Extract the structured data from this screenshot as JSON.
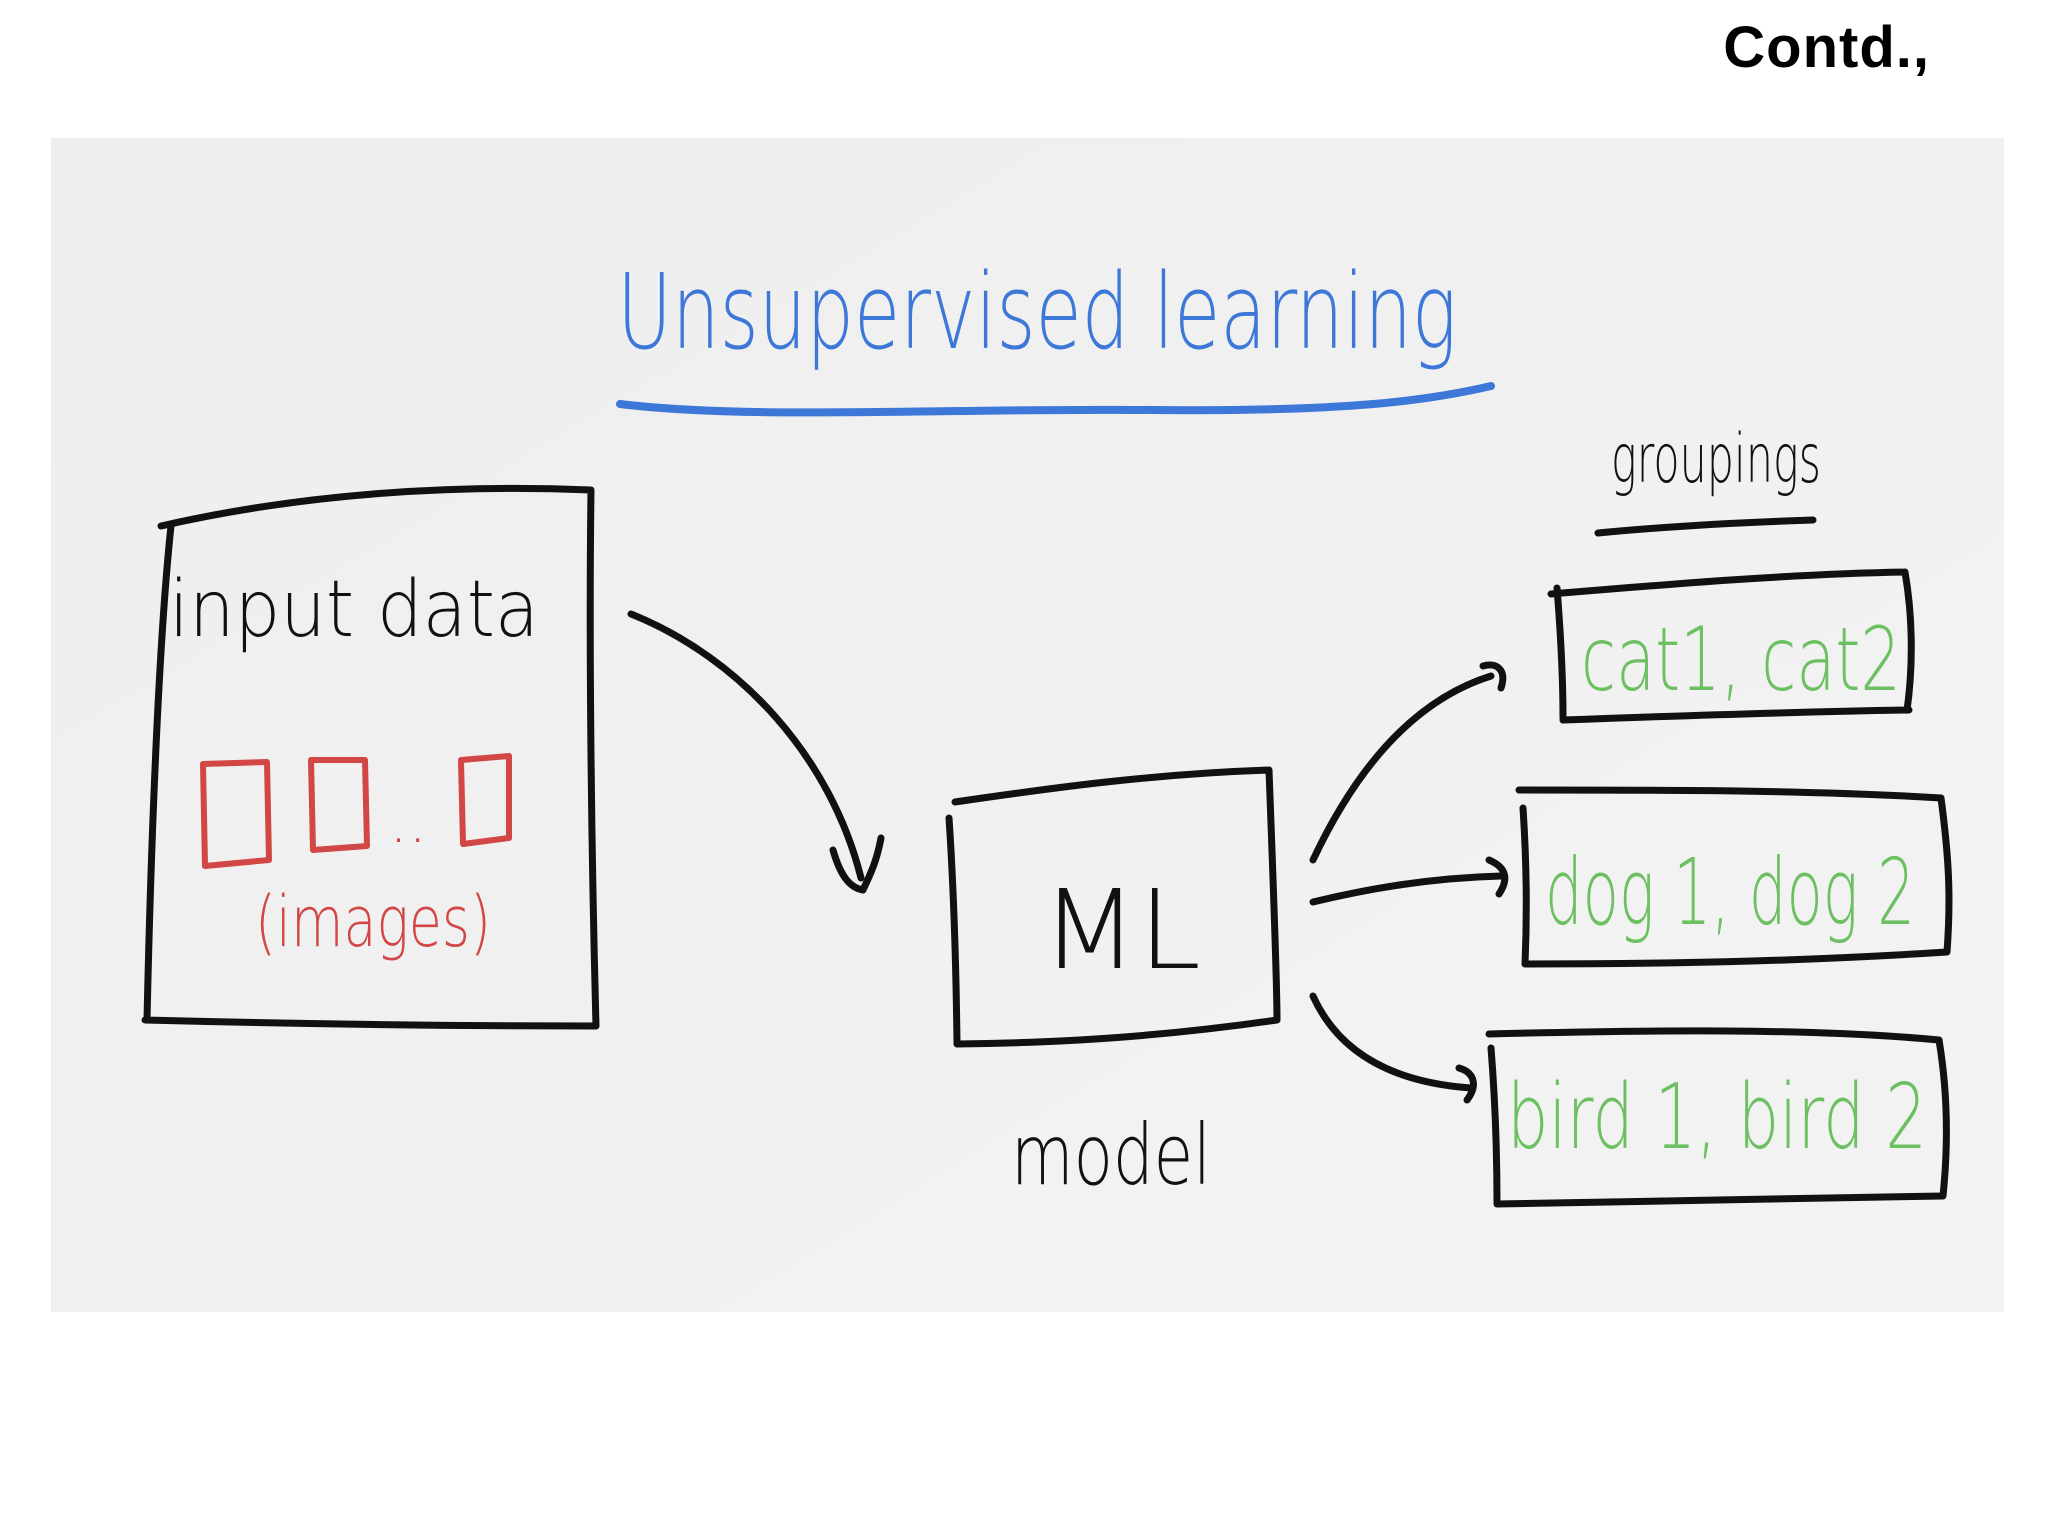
{
  "slide": {
    "heading": "Contd.,"
  },
  "diagram": {
    "title": "Unsupervised learning",
    "input": {
      "label": "input data",
      "sub_label": "(images)",
      "dots": ".."
    },
    "model": {
      "box_label": "ML",
      "caption": "model"
    },
    "groupings": {
      "header": "groupings",
      "items": [
        {
          "label": "cat1, cat2"
        },
        {
          "label": "dog 1, dog 2"
        },
        {
          "label": "bird 1, bird 2"
        }
      ]
    },
    "colors": {
      "board": "#efefef",
      "ink": "#111111",
      "title": "#3d78d8",
      "images": "#d24646",
      "groups": "#6cc061"
    }
  }
}
